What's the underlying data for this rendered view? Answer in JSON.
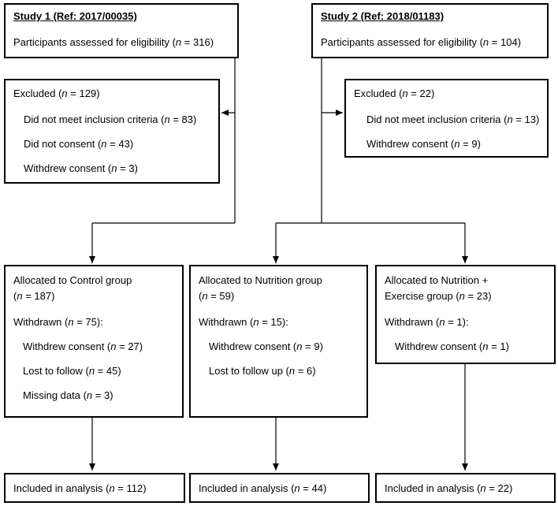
{
  "study1": {
    "title": "Study 1 (Ref: 2017/00035)",
    "assessed_prefix": "Participants assessed for eligibility (",
    "assessed_n": "316",
    "excluded": {
      "prefix": "Excluded (",
      "n": "129",
      "items": [
        {
          "label": "Did not meet inclusion criteria (",
          "n": "83"
        },
        {
          "label": "Did not consent (",
          "n": "43"
        },
        {
          "label": "Withdrew consent (",
          "n": "3"
        }
      ]
    }
  },
  "study2": {
    "title": "Study 2 (Ref: 2018/01183)",
    "assessed_prefix": "Participants assessed for eligibility (",
    "assessed_n": "104",
    "excluded": {
      "prefix": "Excluded (",
      "n": "22",
      "items": [
        {
          "label": "Did not meet inclusion criteria (",
          "n": "13"
        },
        {
          "label": "Withdrew consent (",
          "n": "9"
        }
      ]
    }
  },
  "groups": [
    {
      "line1": "Allocated to Control group",
      "line2_prefix": "(",
      "n": "187",
      "withdrawn_prefix": "Withdrawn (",
      "withdrawn_n": "75",
      "items": [
        {
          "label": "Withdrew consent (",
          "n": "27"
        },
        {
          "label": "Lost to follow (",
          "n": "45"
        },
        {
          "label": "Missing data (",
          "n": "3"
        }
      ],
      "included_prefix": "Included in analysis (",
      "included_n": "112"
    },
    {
      "line1": "Allocated to Nutrition group",
      "line2_prefix": "(",
      "n": "59",
      "withdrawn_prefix": "Withdrawn (",
      "withdrawn_n": "15",
      "items": [
        {
          "label": "Withdrew consent (",
          "n": "9"
        },
        {
          "label": "Lost to follow up (",
          "n": "6"
        }
      ],
      "included_prefix": "Included in analysis (",
      "included_n": "44"
    },
    {
      "line1": "Allocated to Nutrition +",
      "line2_prefix": "Exercise group (",
      "n": "23",
      "withdrawn_prefix": "Withdrawn (",
      "withdrawn_n": "1",
      "items": [
        {
          "label": "Withdrew consent (",
          "n": "1"
        }
      ],
      "included_prefix": "Included in analysis (",
      "included_n": "22"
    }
  ],
  "n_symbol": "n",
  "equals": " = ",
  "close_paren": ")",
  "colon_suffix": "):"
}
